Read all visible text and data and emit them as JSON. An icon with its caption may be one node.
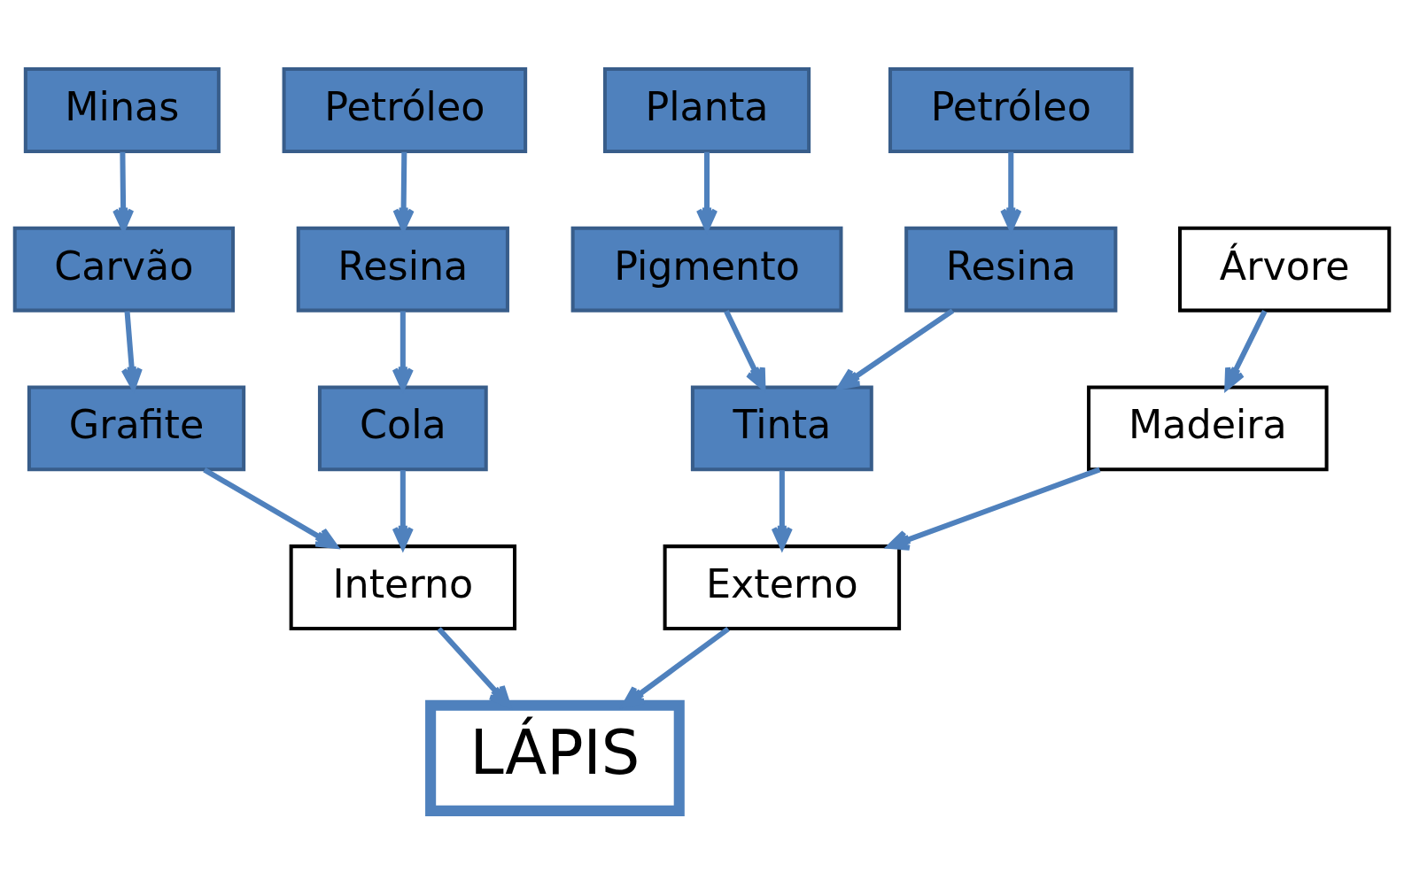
{
  "diagram": {
    "nodes": [
      {
        "text": [
          "Petróleo"
        ]
      },
      {
        "text": [
          "Resina"
        ]
      },
      {
        "text": [
          "Planta"
        ]
      },
      {
        "text": [
          "Pigmento"
        ]
      },
      {
        "text": [
          "Tinta"
        ]
      },
      {
        "text": [
          "Árvore"
        ]
      },
      {
        "text": [
          "Madeira"
        ]
      },
      {
        "text": [
          "Minas"
        ]
      },
      {
        "text": [
          "Carvão"
        ]
      },
      {
        "text": [
          "Grafite"
        ]
      },
      {
        "text": [
          "Externo"
        ]
      },
      {
        "text": [
          "Interno"
        ]
      },
      {
        "text": [
          "Cola"
        ]
      },
      {
        "text": [
          "Resina"
        ]
      },
      {
        "text": [
          "Petróleo"
        ]
      },
      {
        "text": [
          "LÁPIS"
        ]
      }
    ],
    "edges": [
      {
        "from": 0,
        "to": 1,
        "arrow": "to"
      },
      {
        "from": 2,
        "to": 3,
        "arrow": "to"
      },
      {
        "from": 3,
        "to": 4,
        "arrow": "to"
      },
      {
        "from": 1,
        "to": 4,
        "arrow": "to"
      },
      {
        "from": 5,
        "to": 6,
        "arrow": "to"
      },
      {
        "from": 7,
        "to": 8,
        "arrow": "to"
      },
      {
        "from": 8,
        "to": 9,
        "arrow": "to"
      },
      {
        "from": 4,
        "to": 10,
        "arrow": "to"
      },
      {
        "from": 6,
        "to": 10,
        "arrow": "to"
      },
      {
        "from": 9,
        "to": 11,
        "arrow": "to"
      },
      {
        "from": 12,
        "to": 11,
        "arrow": "to"
      },
      {
        "from": 13,
        "to": 12,
        "arrow": "to"
      },
      {
        "from": 14,
        "to": 13,
        "arrow": "to"
      },
      {
        "from": 10,
        "to": 15,
        "arrow": "to"
      },
      {
        "from": 11,
        "to": 15,
        "arrow": "to"
      }
    ]
  }
}
